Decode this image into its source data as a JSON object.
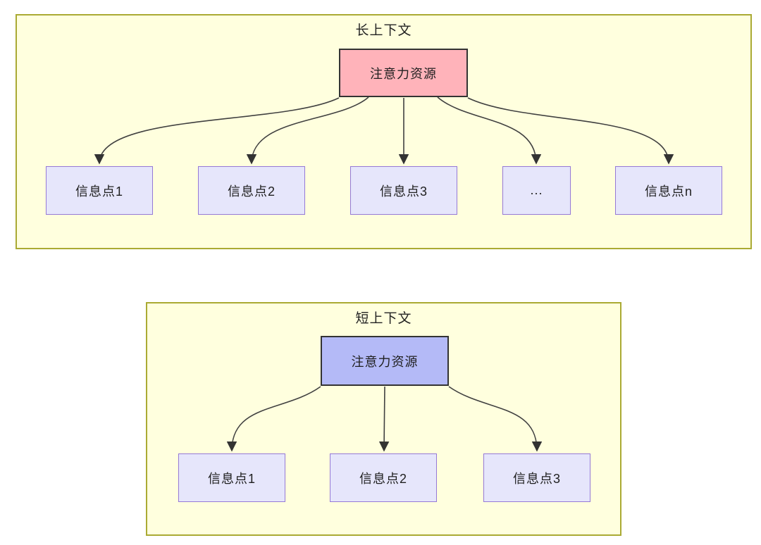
{
  "diagram": {
    "type": "flowchart",
    "description": "Attention resource allocation over information points in long vs short contexts",
    "colors": {
      "container_fill": "#ffffde",
      "container_border": "#aaaa33",
      "source_long_fill": "#ffb3ba",
      "source_short_fill": "#b4baf7",
      "source_border": "#333333",
      "info_fill": "#e6e6fb",
      "info_border": "#9579d6",
      "edge": "#404040",
      "text": "#1f1f1f"
    },
    "groups": [
      {
        "title": "长上下文",
        "source_label": "注意力资源",
        "targets": [
          "信息点1",
          "信息点2",
          "信息点3",
          "...",
          "信息点n"
        ]
      },
      {
        "title": "短上下文",
        "source_label": "注意力资源",
        "targets": [
          "信息点1",
          "信息点2",
          "信息点3"
        ]
      }
    ]
  }
}
